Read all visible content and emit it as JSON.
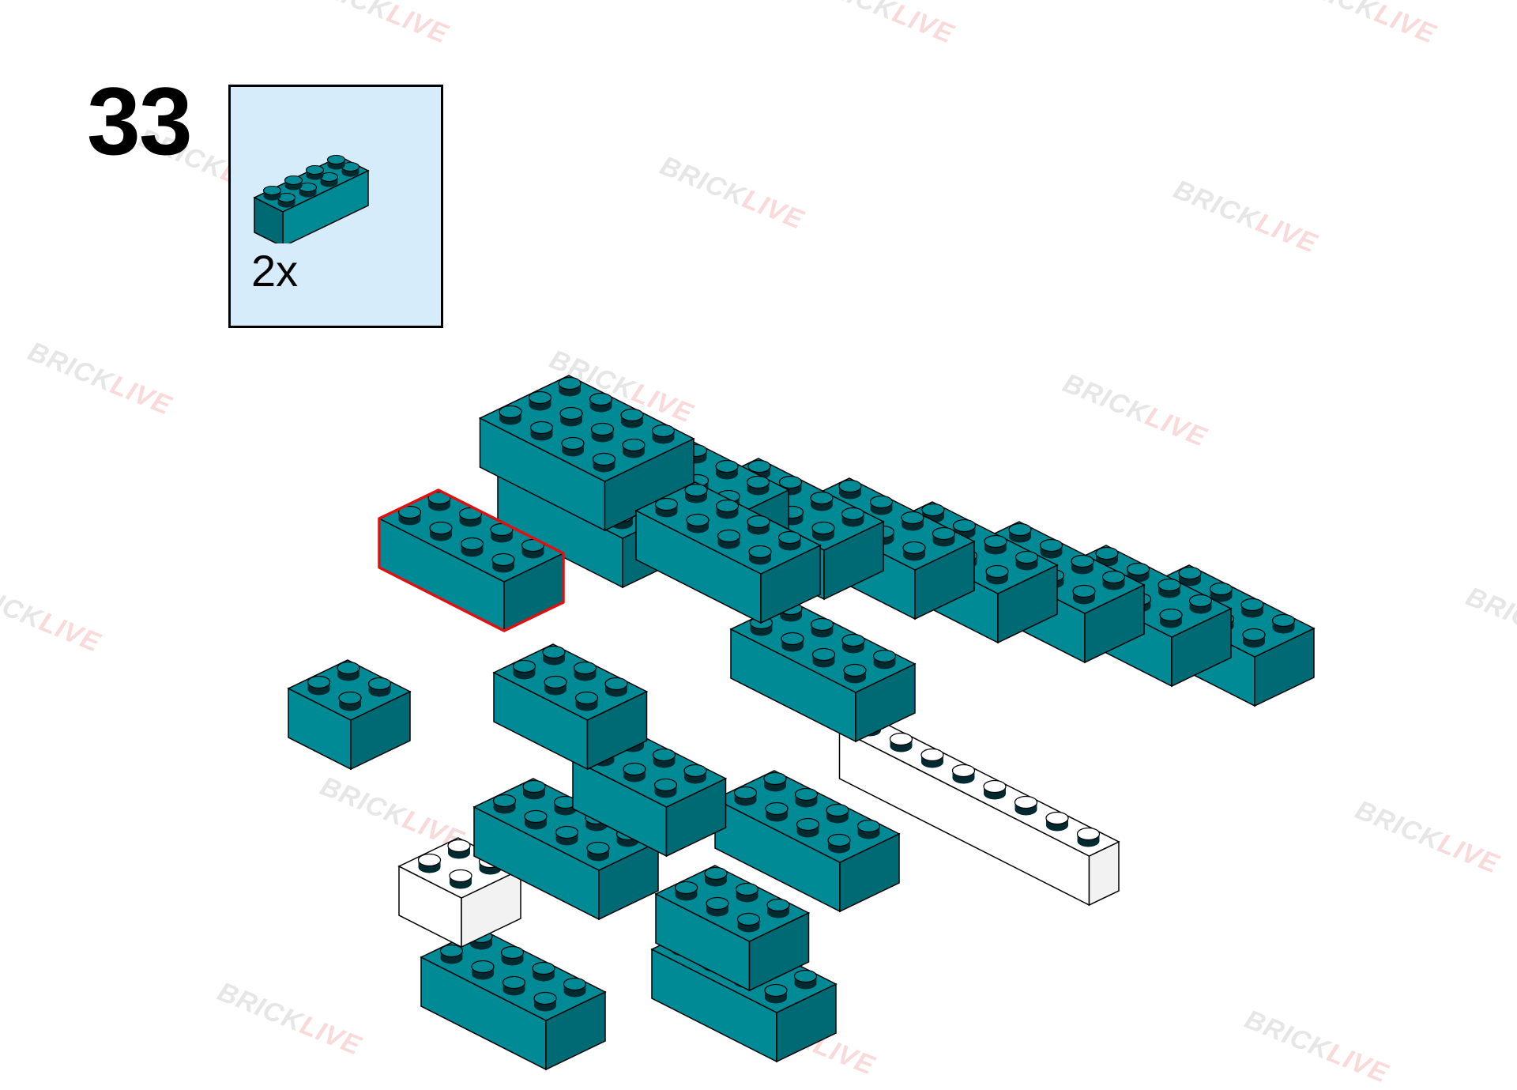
{
  "step": {
    "number": "33"
  },
  "parts": [
    {
      "quantity": "2x",
      "part_icon": "teal-2x4-brick-icon",
      "color": "#008a96"
    }
  ],
  "watermark": {
    "brand_left": "BRICK",
    "brand_right": "LIVE"
  },
  "colors": {
    "teal": "#008a96",
    "teal_dark": "#006a74",
    "highlight": "#e01010",
    "parts_bg": "#d6ecfb"
  }
}
